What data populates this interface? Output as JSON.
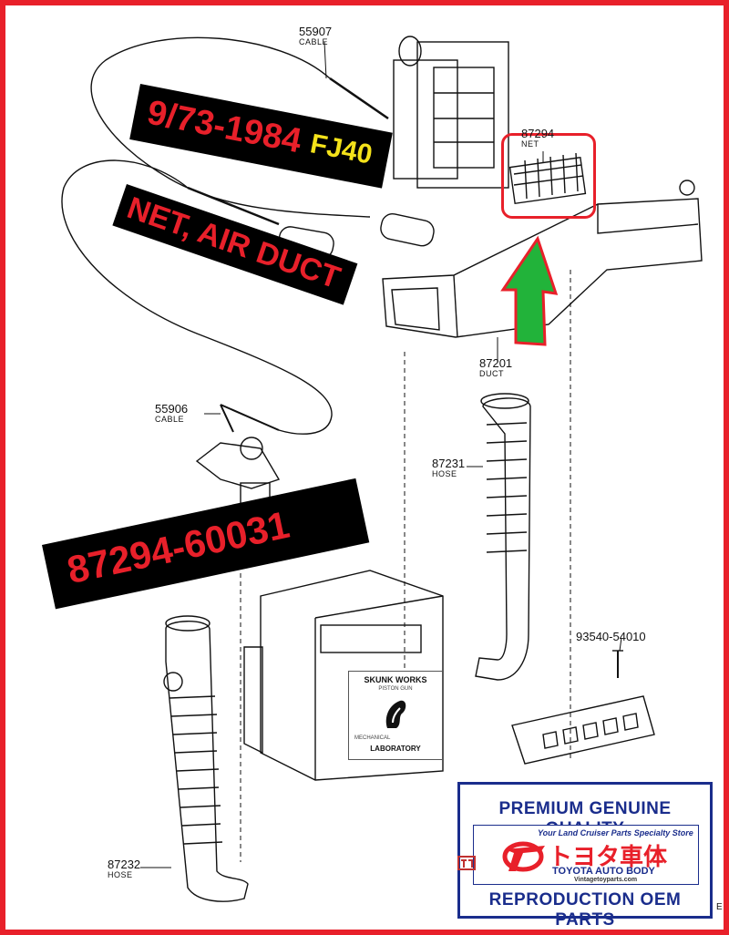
{
  "parts": [
    {
      "id": "55907",
      "number": "55907",
      "name": "CABLE"
    },
    {
      "id": "87294",
      "number": "87294",
      "name": "NET"
    },
    {
      "id": "87201",
      "number": "87201",
      "name": "DUCT"
    },
    {
      "id": "55906",
      "number": "55906",
      "name": "CABLE"
    },
    {
      "id": "87231",
      "number": "87231",
      "name": "HOSE"
    },
    {
      "id": "93540",
      "number": "93540-54010",
      "name": ""
    },
    {
      "id": "87232",
      "number": "87232",
      "name": "HOSE"
    }
  ],
  "banners": {
    "date_range": "9/73-1984",
    "model": "FJ40",
    "part_name": "NET, AIR DUCT",
    "part_number": "87294-60031"
  },
  "sticker": {
    "line1": "SKUNK WORKS",
    "line2": "PISTON GUN",
    "line3": "MECHANICAL",
    "line4": "LABORATORY"
  },
  "promo": {
    "top": "PREMIUM GENUINE QUALITY",
    "tagline": "Your Land Cruiser Parts Specialty Store",
    "jp_name": "トヨタ車体",
    "brand": "TOYOTA AUTO BODY",
    "url": "Vintagetoyparts.com",
    "bottom": "REPRODUCTION OEM PARTS",
    "mark": "toyota-auto-body-logo-icon"
  },
  "corner_ref": "E",
  "colors": {
    "frame": "#e8202a",
    "banner_bg": "#000000",
    "banner_red": "#e8202a",
    "banner_yellow": "#f4e21a",
    "arrow_green": "#22b33a",
    "promo_blue": "#1a2d8c"
  }
}
